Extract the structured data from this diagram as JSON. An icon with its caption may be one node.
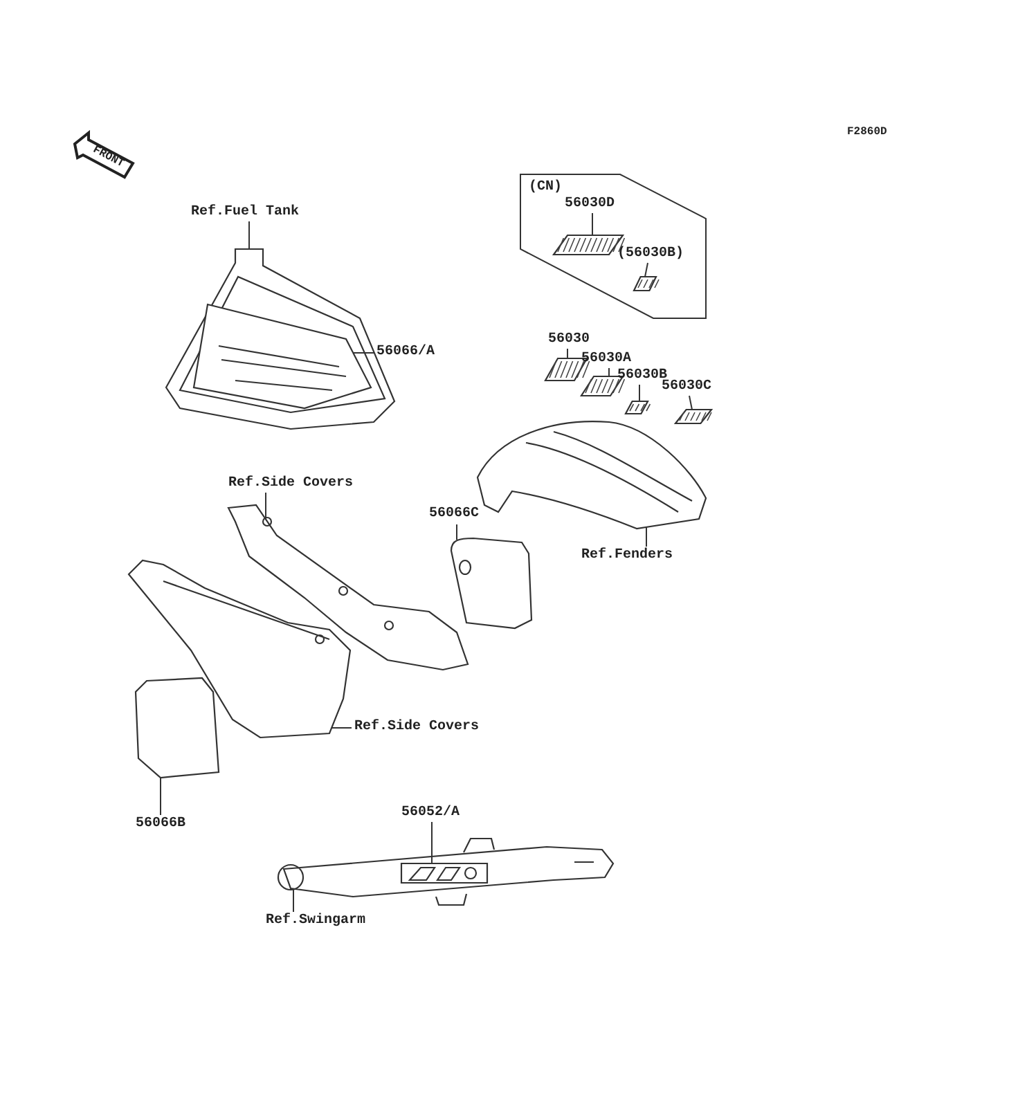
{
  "diagram": {
    "nodes": [
      {
        "text": [
          "Ref.Fuel Tank"
        ]
      },
      {
        "text": [],
        "shape": "picture"
      },
      {
        "text": [
          "56066/A"
        ]
      },
      {
        "text": [],
        "shape": "picture",
        "in": 1
      },
      {
        "text": [
          "(CN)"
        ]
      },
      {
        "text": [
          "56030D"
        ],
        "in": 4
      },
      {
        "text": [],
        "shape": "picture",
        "in": 4
      },
      {
        "text": [
          "(56030B)"
        ],
        "in": 4
      },
      {
        "text": [],
        "shape": "picture",
        "in": 4
      },
      {
        "text": [
          "56030"
        ]
      },
      {
        "text": [],
        "shape": "picture"
      },
      {
        "text": [
          "56030A"
        ]
      },
      {
        "text": [],
        "shape": "picture"
      },
      {
        "text": [
          "56030B"
        ]
      },
      {
        "text": [],
        "shape": "picture"
      },
      {
        "text": [
          "56030C"
        ]
      },
      {
        "text": [],
        "shape": "picture"
      },
      {
        "text": [
          "Ref.Fenders"
        ]
      },
      {
        "text": [],
        "shape": "picture"
      },
      {
        "text": [
          "56066C"
        ]
      },
      {
        "text": [],
        "shape": "picture"
      },
      {
        "text": [
          "Ref.Side Covers"
        ]
      },
      {
        "text": [],
        "shape": "picture"
      },
      {
        "text": [
          "Ref.Side Covers"
        ]
      },
      {
        "text": [],
        "shape": "picture"
      },
      {
        "text": [
          "56066B"
        ]
      },
      {
        "text": [],
        "shape": "picture"
      },
      {
        "text": [
          "56052/A"
        ]
      },
      {
        "text": [],
        "shape": "picture"
      },
      {
        "text": [],
        "shape": "picture",
        "in": 28
      },
      {
        "text": [
          "Ref.Swingarm"
        ]
      }
    ],
    "edges": [
      {
        "from": 0,
        "to": 1,
        "arrow": "none"
      },
      {
        "from": 2,
        "to": 3,
        "arrow": "none"
      },
      {
        "from": 5,
        "to": 6,
        "arrow": "none"
      },
      {
        "from": 7,
        "to": 8,
        "arrow": "none"
      },
      {
        "from": 9,
        "to": 10,
        "arrow": "none"
      },
      {
        "from": 11,
        "to": 12,
        "arrow": "none"
      },
      {
        "from": 13,
        "to": 14,
        "arrow": "none"
      },
      {
        "from": 15,
        "to": 16,
        "arrow": "none"
      },
      {
        "from": 17,
        "to": 18,
        "arrow": "none"
      },
      {
        "from": 19,
        "to": 20,
        "arrow": "none"
      },
      {
        "from": 21,
        "to": 22,
        "arrow": "none"
      },
      {
        "from": 23,
        "to": 24,
        "arrow": "none"
      },
      {
        "from": 25,
        "to": 26,
        "arrow": "none"
      },
      {
        "from": 27,
        "to": 29,
        "arrow": "none"
      },
      {
        "from": 30,
        "to": 28,
        "arrow": "none"
      }
    ],
    "labels": [
      "F2860D",
      "FRONT"
    ]
  }
}
